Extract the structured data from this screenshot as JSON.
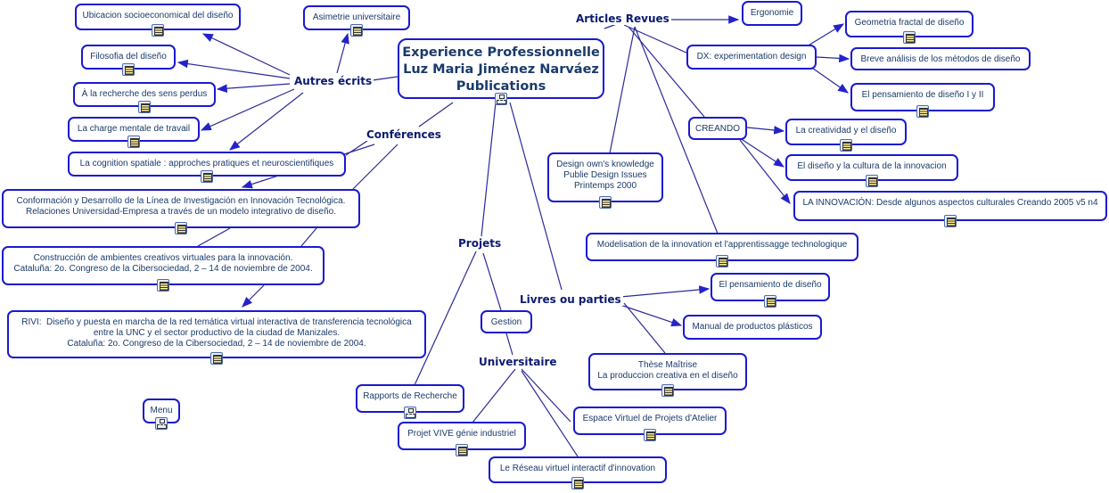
{
  "central": {
    "text": "Experience Professionnelle\nLuz Maria Jiménez Narváez\nPublications",
    "icon": "map-icon"
  },
  "branches": {
    "articles": "Articles Revues",
    "autres": "Autres écrits",
    "conferences": "Conférences",
    "projets": "Projets",
    "livres": "Livres ou parties",
    "universitaire": "Universitaire"
  },
  "nodes": {
    "ubicacion": "Ubicacion socioeconomical del diseño",
    "asimetrie": "Asimetrie universitaire",
    "filosofia": "Filosofia del diseño",
    "recherche": "À la recherche des sens perdus",
    "charge": "La charge mentale de travail",
    "cognition": "La cognition spatiale : approches pratiques et neuroscientifiques",
    "conformacion": "Conformación y Desarrollo de la Línea de Investigación en Innovación Tecnológica.\nRelaciones Universidad-Empresa a través de un modelo integrativo de diseño.",
    "construccion": "Construcción de ambientes creativos virtuales para la innovación.\nCataluña: 2o. Congreso de la Cibersociedad, 2 – 14 de noviembre de 2004.",
    "rivi": "RIVI:  Diseño y puesta en marcha de la red temática virtual interactiva de transferencia tecnológica\nentre la UNC y el sector productivo de la ciudad de Manizales.\nCataluña: 2o. Congreso de la Cibersociedad, 2 – 14 de noviembre de 2004.",
    "menu": "Menu",
    "ergonomie": "Ergonomie",
    "geometria": "Geometria fractal de diseño",
    "dx": "DX: experimentation design",
    "breve": "Breve análisis de los métodos de diseño",
    "pensamiento12": "El pensamiento de diseño I y II",
    "creando": "CREANDO",
    "creatividad": "La creatividad y el diseño",
    "cultura": "El diseño y la cultura de la innovacion",
    "innovacion": "LA INNOVACIÓN: Desde algunos aspectos culturales Creando 2005 v5 n4",
    "design": "Design own's knowledge\nPublie Design Issues\nPrintemps 2000",
    "modelisation": "Modelisation de la innovation et l'apprentissagge technologique",
    "pensamiento": "El pensamiento de diseño",
    "manual": "Manual de productos plásticos",
    "these": "Thèse Maîtrise\nLa produccion creativa en el diseño",
    "gestion": "Gestion",
    "rapports": "Rapports de Recherche",
    "vive": "Projet VIVE génie industriel",
    "espace": "Espace Virtuel de Projets d'Atelier",
    "reseau": "Le Réseau virtuel interactif d'innovation"
  },
  "colors": {
    "border": "#1a1ad0",
    "link": "#2a2a9a",
    "text": "#1a3a6a"
  }
}
